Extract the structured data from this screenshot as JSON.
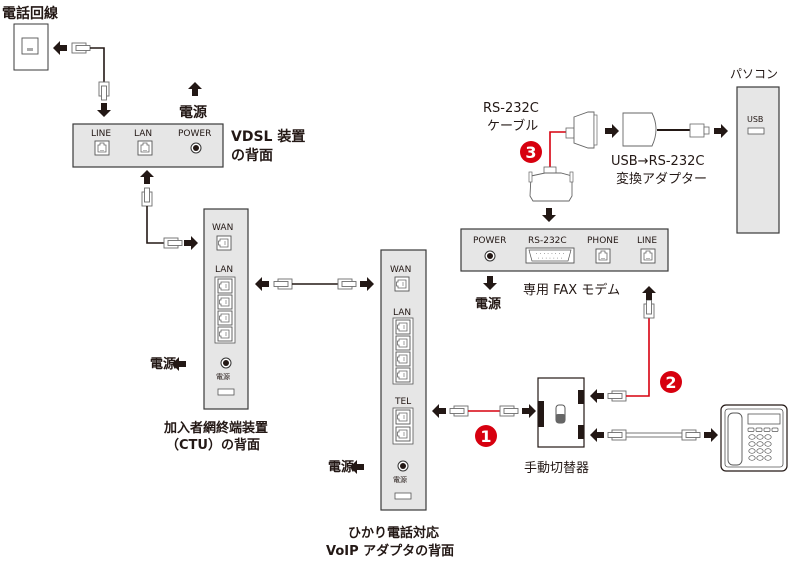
{
  "colors": {
    "accent_red": "#d7000f",
    "device_fill": "#e6e6e6",
    "ink": "#231815"
  },
  "phone_line": {
    "label": "電話回線"
  },
  "vdsl": {
    "power_source_label": "電源",
    "ports": {
      "line": "LINE",
      "lan": "LAN",
      "power": "POWER"
    },
    "caption_line1": "VDSL 装置",
    "caption_line2": "の背面"
  },
  "ctu": {
    "ports": {
      "wan": "WAN",
      "lan": "LAN"
    },
    "power_small_label": "電源",
    "power_source_label": "電源",
    "caption_line1": "加入者網終端装置",
    "caption_line2": "（CTU）の背面"
  },
  "voip": {
    "ports": {
      "wan": "WAN",
      "lan": "LAN",
      "tel": "TEL"
    },
    "power_small_label": "電源",
    "power_source_label": "電源",
    "caption_line1": "ひかり電話対応",
    "caption_line2": "VoIP アダプタの背面"
  },
  "fax_modem": {
    "ports": {
      "power": "POWER",
      "rs232c": "RS-232C",
      "phone": "PHONE",
      "line": "LINE"
    },
    "power_source_label": "電源",
    "caption": "専用 FAX モデム"
  },
  "rs232c_cable": {
    "line1": "RS-232C",
    "line2": "ケーブル"
  },
  "usb_adapter": {
    "line1": "USB→RS-232C",
    "line2": "変換アダプター"
  },
  "pc": {
    "label": "パソコン",
    "port": "USB"
  },
  "switcher": {
    "caption": "手動切替器"
  },
  "badges": [
    "1",
    "2",
    "3"
  ]
}
